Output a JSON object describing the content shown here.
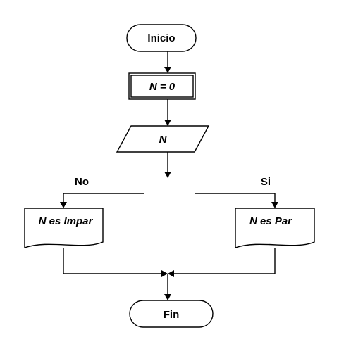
{
  "flowchart": {
    "nodes": {
      "start": {
        "label": "Inicio",
        "shape": "terminator"
      },
      "init": {
        "label": "N = 0",
        "shape": "process"
      },
      "input": {
        "label": "N",
        "shape": "input-output"
      },
      "odd": {
        "label": "N es Impar",
        "shape": "document"
      },
      "even": {
        "label": "N es Par",
        "shape": "document"
      },
      "end": {
        "label": "Fin",
        "shape": "terminator"
      }
    },
    "branches": {
      "no": "No",
      "yes": "Si"
    }
  }
}
